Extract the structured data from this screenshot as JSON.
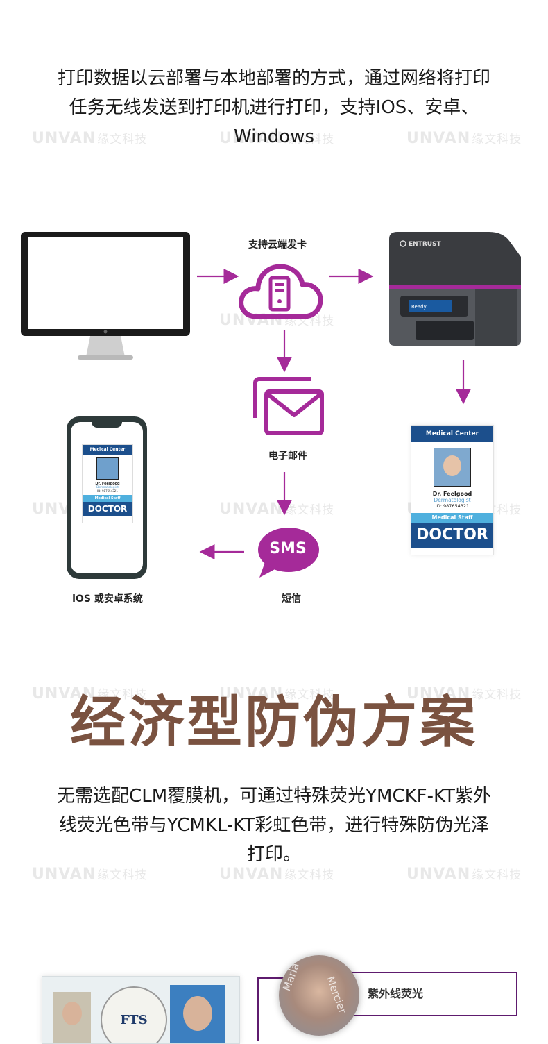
{
  "intro": {
    "line1": "打印数据以云部署与本地部署的方式，通过网络将打印",
    "line2": "任务无线发送到打印机进行打印，支持IOS、安卓、",
    "line3": "Windows"
  },
  "watermark": {
    "brand": "UNVAN",
    "cn": "缘文科技"
  },
  "flow": {
    "cloud_label": "支持云端发卡",
    "email_label": "电子邮件",
    "sms_label": "短信",
    "sms_text": "SMS",
    "phone_label": "iOS 或安卓系统",
    "printer_brand": "ENTRUST",
    "printer_screen": "Ready"
  },
  "badge": {
    "org": "Medical Center",
    "name": "Dr. Feelgood",
    "title": "Dermatologist",
    "id": "ID: 987654321",
    "staff": "Medical Staff",
    "role": "DOCTOR"
  },
  "section2": {
    "heading": "经济型防伪方案",
    "line1": "无需选配CLM覆膜机，可通过特殊荧光YMCKF-KT紫外",
    "line2": "线荧光色带与YCMKL-KT彩虹色带，进行特殊防伪光泽",
    "line3": "打印。"
  },
  "sample": {
    "card_text": "FTS",
    "callout": "紫外线荧光",
    "portrait_name1": "Maria",
    "portrait_name2": "Mercier"
  },
  "colors": {
    "accent": "#a52a99",
    "heading": "#7a5240",
    "badge_blue": "#1c4f8c"
  }
}
